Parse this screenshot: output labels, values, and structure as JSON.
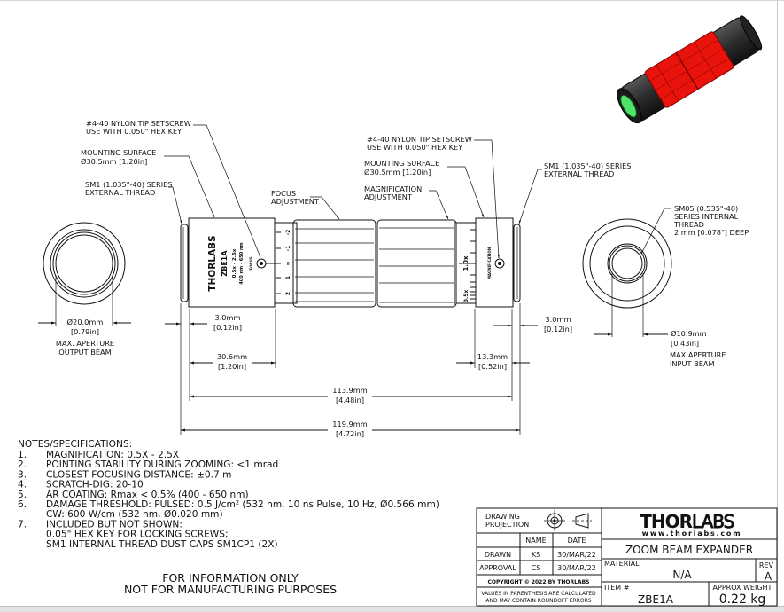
{
  "drawing": {
    "title": "ZOOM BEAM EXPANDER",
    "callouts": {
      "left_setscrew": [
        "#4-40 NYLON TIP SETSCREW",
        "USE WITH 0.050\" HEX KEY"
      ],
      "left_mounting": [
        "MOUNTING SURFACE",
        "Ø30.5mm [1.20in]"
      ],
      "left_thread": [
        "SM1 (1.035\"-40) SERIES",
        "EXTERNAL THREAD"
      ],
      "focus": [
        "FOCUS",
        "ADJUSTMENT"
      ],
      "right_setscrew": [
        "#4-40 NYLON TIP SETSCREW",
        "USE WITH 0.050\" HEX KEY"
      ],
      "right_mounting": [
        "MOUNTING SURFACE",
        "Ø30.5mm [1.20in]"
      ],
      "magnification": [
        "MAGNIFICATION",
        "ADJUSTMENT"
      ],
      "right_thread": [
        "SM1 (1.035\"-40) SERIES",
        "EXTERNAL THREAD"
      ],
      "sm05": [
        "SM05 (0.535\"-40)",
        "SERIES INTERNAL",
        "THREAD",
        "2 mm [0.078\"] DEEP"
      ]
    },
    "body_markings": {
      "brand": "THORLABS",
      "model": "ZBE1A",
      "range": "0.5x - 2.5x",
      "wavelength": "400 nm - 650 nm",
      "focus_label": "FOCUS",
      "mag_label": "MAGNIFICATION",
      "mag_center": "1.0x",
      "mag_low": "0.5x",
      "focus_scale": [
        "-2",
        "-1",
        "∞",
        "1",
        "2"
      ]
    },
    "dimensions": {
      "output_aperture": [
        "Ø20.0mm",
        "[0.79in]",
        "MAX. APERTURE",
        "OUTPUT BEAM"
      ],
      "input_aperture": [
        "Ø10.9mm",
        "[0.43in]",
        "MAX APERTURE",
        "INPUT BEAM"
      ],
      "left_thread_len": [
        "3.0mm",
        "[0.12in]"
      ],
      "right_thread_len": [
        "3.0mm",
        "[0.12in]"
      ],
      "left_section": [
        "30.6mm",
        "[1.20in]"
      ],
      "right_section": [
        "13.3mm",
        "[0.52in]"
      ],
      "body_len": [
        "113.9mm",
        "[4.48in]"
      ],
      "overall_len": [
        "119.9mm",
        "[4.72in]"
      ]
    },
    "product_render": {
      "body_color": "#e8140c",
      "cap_color": "#2b2b2b",
      "lens_color": "#4fe36a"
    }
  },
  "notes": {
    "heading": "NOTES/SPECIFICATIONS:",
    "items": [
      {
        "num": "1.",
        "lines": [
          "MAGNIFICATION: 0.5X - 2.5X"
        ]
      },
      {
        "num": "2.",
        "lines": [
          "POINTING STABILITY DURING ZOOMING: <1 mrad"
        ]
      },
      {
        "num": "3.",
        "lines": [
          "CLOSEST FOCUSING DISTANCE: ±0.7 m"
        ]
      },
      {
        "num": "4.",
        "lines": [
          "SCRATCH-DIG: 20-10"
        ]
      },
      {
        "num": "5.",
        "lines": [
          "AR COATING: Rmax < 0.5% (400 - 650 nm)"
        ]
      },
      {
        "num": "6.",
        "lines": [
          "DAMAGE THRESHOLD: PULSED: 0.5 J/cm² (532 nm, 10 ns Pulse, 10 Hz, Ø0.566 mm)",
          "CW: 600 W/cm (532 nm, Ø0.020 mm)"
        ]
      },
      {
        "num": "7.",
        "lines": [
          "INCLUDED BUT NOT SHOWN:",
          "0.05\" HEX KEY FOR LOCKING SCREWS;",
          "SM1 INTERNAL THREAD DUST CAPS SM1CP1 (2X)"
        ]
      }
    ],
    "disclaimer": [
      "FOR INFORMATION ONLY",
      "NOT FOR MANUFACTURING PURPOSES"
    ]
  },
  "title_block": {
    "projection_label": [
      "DRAWING",
      "PROJECTION"
    ],
    "col_name": "NAME",
    "col_date": "DATE",
    "drawn_label": "DRAWN",
    "drawn_name": "KS",
    "drawn_date": "30/MAR/22",
    "approval_label": "APPROVAL",
    "approval_name": "CS",
    "approval_date": "30/MAR/22",
    "copyright": "COPYRIGHT © 2022 BY THORLABS",
    "rounding_note": [
      "VALUES IN PARENTHESIS ARE CALCULATED",
      "AND MAY CONTAIN ROUNDOFF ERRORS"
    ],
    "logo_thor": "THOR",
    "logo_labs": "LABS",
    "website": "www.thorlabs.com",
    "title": "ZOOM BEAM EXPANDER",
    "material_label": "MATERIAL",
    "material": "N/A",
    "rev_label": "REV",
    "rev": "A",
    "item_label": "ITEM #",
    "item": "ZBE1A",
    "weight_label": "APPROX WEIGHT",
    "weight": "0.22 kg"
  }
}
